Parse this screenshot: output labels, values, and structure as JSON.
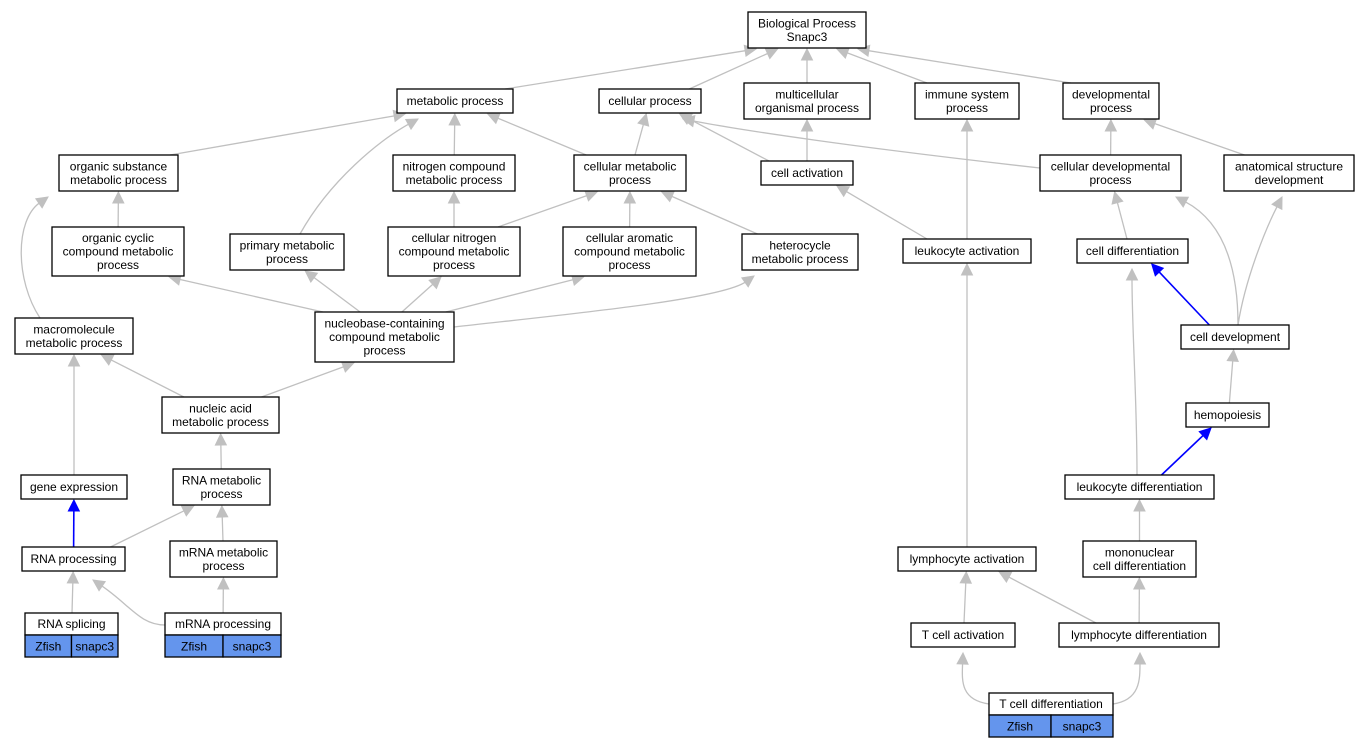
{
  "nodes": {
    "bp": [
      "Biological Process",
      "Snapc3"
    ],
    "metabolic": [
      "metabolic process"
    ],
    "cellular": [
      "cellular process"
    ],
    "multicell": [
      "multicellular",
      "organismal process"
    ],
    "immune": [
      "immune system",
      "process"
    ],
    "developmental": [
      "developmental",
      "process"
    ],
    "organic_sub": [
      "organic substance",
      "metabolic process"
    ],
    "nitrogen": [
      "nitrogen compound",
      "metabolic process"
    ],
    "cell_metabolic": [
      "cellular metabolic",
      "process"
    ],
    "cell_activation": [
      "cell activation"
    ],
    "cell_dev_proc": [
      "cellular developmental",
      "process"
    ],
    "anat": [
      "anatomical structure",
      "development"
    ],
    "org_cyclic": [
      "organic cyclic",
      "compound metabolic",
      "process"
    ],
    "primary": [
      "primary metabolic",
      "process"
    ],
    "cell_nitrogen": [
      "cellular nitrogen",
      "compound metabolic",
      "process"
    ],
    "cell_aromatic": [
      "cellular aromatic",
      "compound metabolic",
      "process"
    ],
    "heterocycle": [
      "heterocycle",
      "metabolic process"
    ],
    "leuk_act": [
      "leukocyte activation"
    ],
    "cell_diff": [
      "cell differentiation"
    ],
    "macro": [
      "macromolecule",
      "metabolic process"
    ],
    "nucleobase": [
      "nucleobase-containing",
      "compound metabolic",
      "process"
    ],
    "cell_development": [
      "cell development"
    ],
    "nucleic": [
      "nucleic acid",
      "metabolic process"
    ],
    "hemopoiesis": [
      "hemopoiesis"
    ],
    "gene_expr": [
      "gene expression"
    ],
    "rna_metab": [
      "RNA metabolic",
      "process"
    ],
    "leuk_diff": [
      "leukocyte differentiation"
    ],
    "rna_proc": [
      "RNA processing"
    ],
    "mrna_metab": [
      "mRNA metabolic",
      "process"
    ],
    "mono_diff": [
      "mononuclear",
      "cell differentiation"
    ],
    "lymph_act": [
      "lymphocyte activation"
    ],
    "rna_splicing": [
      "RNA splicing"
    ],
    "mrna_proc": [
      "mRNA processing"
    ],
    "tcell_act": [
      "T cell activation"
    ],
    "lymph_diff": [
      "lymphocyte differentiation"
    ],
    "tcell_diff": [
      "T cell differentiation"
    ]
  },
  "annotations": {
    "rna_splicing": [
      "Zfish",
      "snapc3"
    ],
    "mrna_proc": [
      "Zfish",
      "snapc3"
    ],
    "tcell_diff": [
      "Zfish",
      "snapc3"
    ]
  },
  "colors": {
    "edge_default": "#c0c0c0",
    "edge_highlight": "#0000ff",
    "annotation_fill": "#6495ed",
    "node_border": "#000000"
  }
}
